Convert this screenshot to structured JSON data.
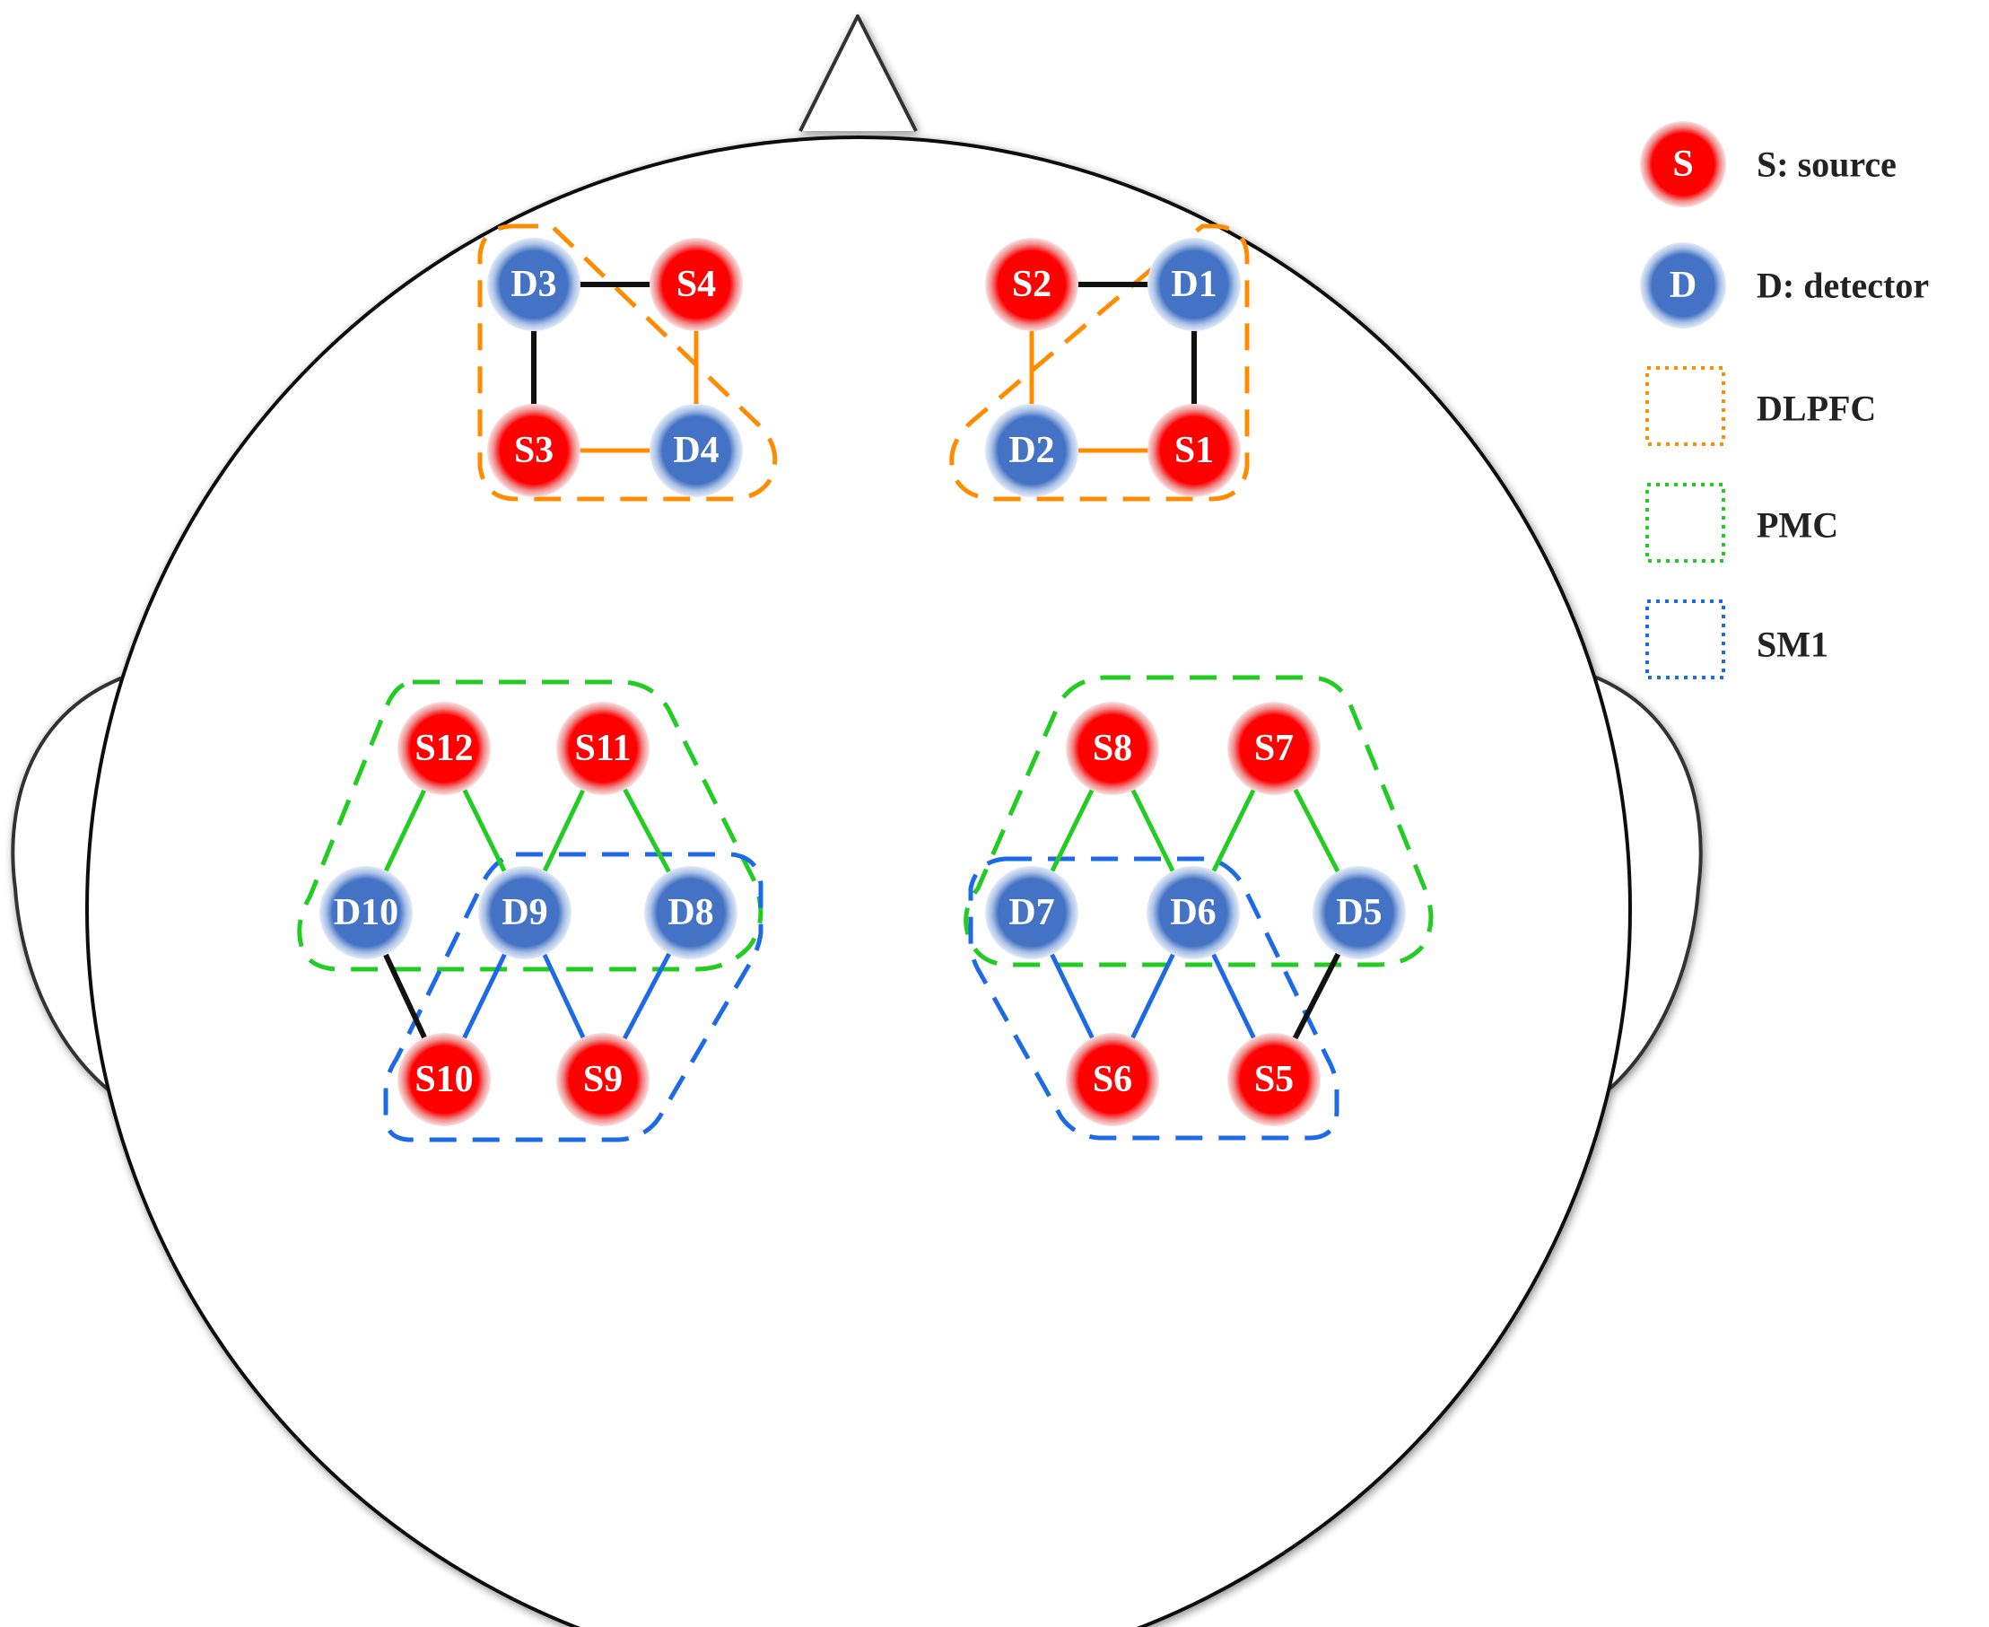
{
  "colors": {
    "source": "#ff0000",
    "source_glow": "#f2a0a0",
    "detector": "#4472c4",
    "detector_glow": "#b4c7e7",
    "dlpfc": "#ff8c00",
    "pmc": "#22cc22",
    "sm1": "#1e6ae6",
    "other_channel": "#111111",
    "head_outline": "#333333"
  },
  "legend": {
    "source_symbol": "S",
    "source_label": "S: source",
    "detector_symbol": "D",
    "detector_label": "D: detector",
    "dlpfc_label": "DLPFC",
    "pmc_label": "PMC",
    "sm1_label": "SM1"
  },
  "nodes": {
    "D3": {
      "label": "D3",
      "type": "detector"
    },
    "S4": {
      "label": "S4",
      "type": "source"
    },
    "S3": {
      "label": "S3",
      "type": "source"
    },
    "D4": {
      "label": "D4",
      "type": "detector"
    },
    "S2": {
      "label": "S2",
      "type": "source"
    },
    "D1": {
      "label": "D1",
      "type": "detector"
    },
    "D2": {
      "label": "D2",
      "type": "detector"
    },
    "S1": {
      "label": "S1",
      "type": "source"
    },
    "S12": {
      "label": "S12",
      "type": "source"
    },
    "S11": {
      "label": "S11",
      "type": "source"
    },
    "D10": {
      "label": "D10",
      "type": "detector"
    },
    "D9": {
      "label": "D9",
      "type": "detector"
    },
    "D8": {
      "label": "D8",
      "type": "detector"
    },
    "S10": {
      "label": "S10",
      "type": "source"
    },
    "S9": {
      "label": "S9",
      "type": "source"
    },
    "S8": {
      "label": "S8",
      "type": "source"
    },
    "S7": {
      "label": "S7",
      "type": "source"
    },
    "D7": {
      "label": "D7",
      "type": "detector"
    },
    "D6": {
      "label": "D6",
      "type": "detector"
    },
    "D5": {
      "label": "D5",
      "type": "detector"
    },
    "S6": {
      "label": "S6",
      "type": "source"
    },
    "S5": {
      "label": "S5",
      "type": "source"
    }
  },
  "channels": [
    {
      "from": "D3",
      "to": "S4",
      "region": "other"
    },
    {
      "from": "D3",
      "to": "S3",
      "region": "other"
    },
    {
      "from": "S3",
      "to": "D4",
      "region": "dlpfc"
    },
    {
      "from": "S4",
      "to": "D4",
      "region": "dlpfc"
    },
    {
      "from": "S2",
      "to": "D1",
      "region": "other"
    },
    {
      "from": "D1",
      "to": "S1",
      "region": "other"
    },
    {
      "from": "S2",
      "to": "D2",
      "region": "dlpfc"
    },
    {
      "from": "D2",
      "to": "S1",
      "region": "dlpfc"
    },
    {
      "from": "S12",
      "to": "D10",
      "region": "pmc"
    },
    {
      "from": "S12",
      "to": "D9",
      "region": "pmc"
    },
    {
      "from": "S11",
      "to": "D9",
      "region": "pmc"
    },
    {
      "from": "S11",
      "to": "D8",
      "region": "pmc"
    },
    {
      "from": "D10",
      "to": "S10",
      "region": "other"
    },
    {
      "from": "D9",
      "to": "S10",
      "region": "sm1"
    },
    {
      "from": "D9",
      "to": "S9",
      "region": "sm1"
    },
    {
      "from": "D8",
      "to": "S9",
      "region": "sm1"
    },
    {
      "from": "S8",
      "to": "D7",
      "region": "pmc"
    },
    {
      "from": "S8",
      "to": "D6",
      "region": "pmc"
    },
    {
      "from": "S7",
      "to": "D6",
      "region": "pmc"
    },
    {
      "from": "S7",
      "to": "D5",
      "region": "pmc"
    },
    {
      "from": "D7",
      "to": "S6",
      "region": "sm1"
    },
    {
      "from": "D6",
      "to": "S6",
      "region": "sm1"
    },
    {
      "from": "D6",
      "to": "S5",
      "region": "sm1"
    },
    {
      "from": "D5",
      "to": "S5",
      "region": "other"
    }
  ]
}
